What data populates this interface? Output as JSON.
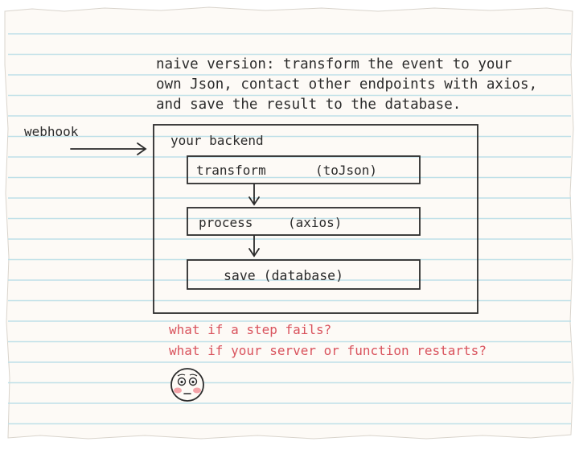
{
  "note": {
    "lines": [
      "naive version: transform the event to your",
      "own Json, contact other endpoints with axios,",
      "and save the result to the database."
    ]
  },
  "webhook_label": "webhook",
  "backend": {
    "title": "your backend",
    "steps": [
      {
        "label": "transform",
        "tool": "(toJson)"
      },
      {
        "label": "process",
        "tool": "(axios)"
      },
      {
        "label": "save (database)"
      }
    ]
  },
  "questions": [
    "what if a step fails?",
    "what if your server or function restarts?"
  ],
  "colors": {
    "paper": "#fdfaf6",
    "rule_lines": "#bfe0e8",
    "ink": "#2b2b2b",
    "question_text": "#d9535d",
    "face_blush": "#f4a3a8"
  },
  "face_icon": "worried-face-icon"
}
